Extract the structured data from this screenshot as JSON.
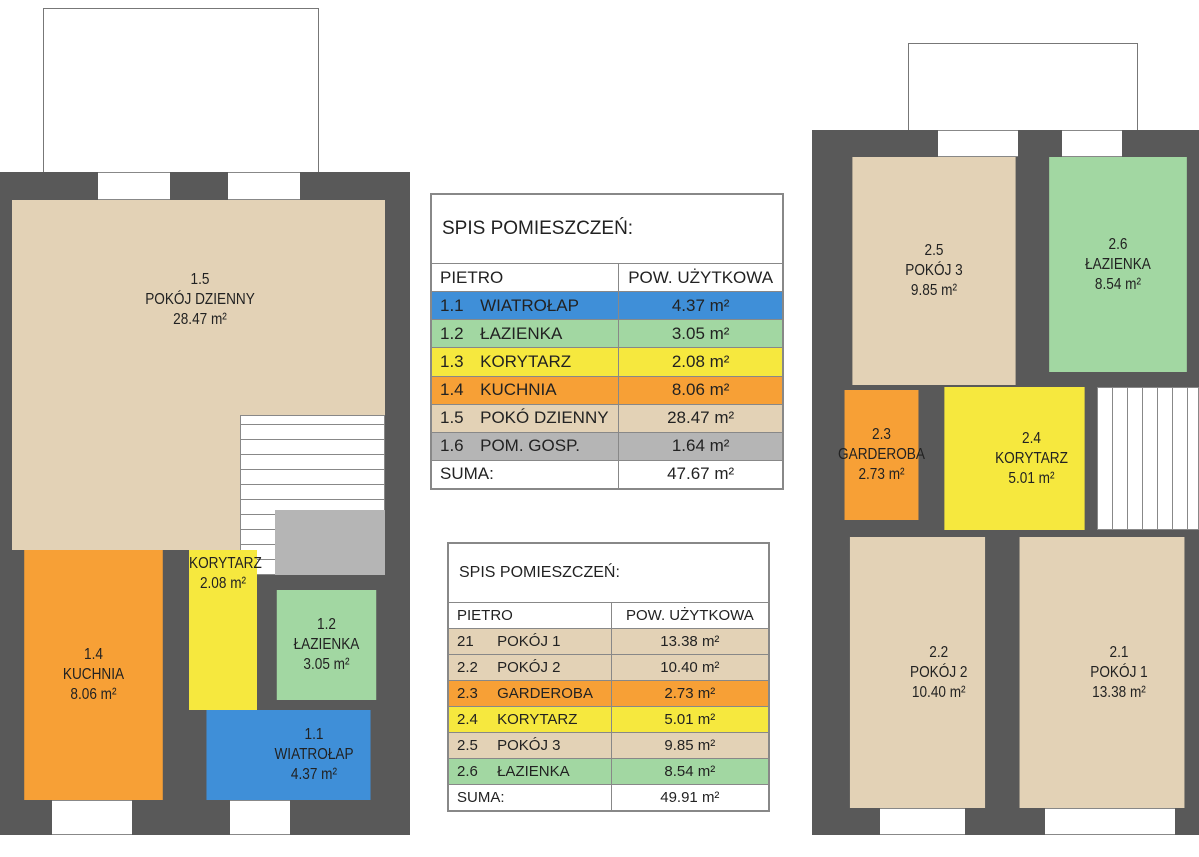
{
  "colors": {
    "blue": "#3f8fd8",
    "green": "#a2d7a2",
    "yellow": "#f6e83e",
    "orange": "#f7a036",
    "beige": "#e3d2b6",
    "gray": "#b5b5b5",
    "wall": "#595959"
  },
  "ground_floor": {
    "rooms": [
      {
        "id": "1.5",
        "name": "POKÓJ DZIENNY",
        "area": "28.47 m²"
      },
      {
        "id": "1.4",
        "name": "KUCHNIA",
        "area": "8.06 m²"
      },
      {
        "id": "",
        "name": "KORYTARZ",
        "area": "2.08 m²"
      },
      {
        "id": "1.2",
        "name": "ŁAZIENKA",
        "area": "3.05 m²"
      },
      {
        "id": "1.1",
        "name": "WIATROŁAP",
        "area": "4.37 m²"
      }
    ]
  },
  "upper_floor": {
    "rooms": [
      {
        "id": "2.5",
        "name": "POKÓJ 3",
        "area": "9.85 m²"
      },
      {
        "id": "2.6",
        "name": "ŁAZIENKA",
        "area": "8.54 m²"
      },
      {
        "id": "2.3",
        "name": "GARDEROBA",
        "area": "2.73 m²"
      },
      {
        "id": "2.4",
        "name": "KORYTARZ",
        "area": "5.01 m²"
      },
      {
        "id": "2.2",
        "name": "POKÓJ 2",
        "area": "10.40 m²"
      },
      {
        "id": "2.1",
        "name": "POKÓJ 1",
        "area": "13.38 m²"
      }
    ]
  },
  "table1": {
    "title": "SPIS  POMIESZCZEŃ:",
    "col1": "PIETRO",
    "col2": "POW.  UŻYTKOWA",
    "rows": [
      {
        "no": "1.1",
        "name": "WIATROŁAP",
        "area": "4.37 m²"
      },
      {
        "no": "1.2",
        "name": "ŁAZIENKA",
        "area": "3.05 m²"
      },
      {
        "no": "1.3",
        "name": "KORYTARZ",
        "area": "2.08 m²"
      },
      {
        "no": "1.4",
        "name": "KUCHNIA",
        "area": "8.06 m²"
      },
      {
        "no": "1.5",
        "name": "POKÓ DZIENNY",
        "area": "28.47 m²"
      },
      {
        "no": "1.6",
        "name": "POM.  GOSP.",
        "area": "1.64 m²"
      }
    ],
    "sum_label": "SUMA:",
    "sum": "47.67 m²"
  },
  "table2": {
    "title": "SPIS  POMIESZCZEŃ:",
    "col1": "PIETRO",
    "col2": "POW.  UŻYTKOWA",
    "rows": [
      {
        "no": "21",
        "name": "POKÓJ  1",
        "area": "13.38 m²"
      },
      {
        "no": "2.2",
        "name": "POKÓJ  2",
        "area": "10.40 m²"
      },
      {
        "no": "2.3",
        "name": "GARDEROBA",
        "area": "2.73 m²"
      },
      {
        "no": "2.4",
        "name": "KORYTARZ",
        "area": "5.01 m²"
      },
      {
        "no": "2.5",
        "name": "POKÓJ  3",
        "area": "9.85 m²"
      },
      {
        "no": "2.6",
        "name": "ŁAZIENKA",
        "area": "8.54 m²"
      }
    ],
    "sum_label": "SUMA:",
    "sum": "49.91 m²"
  }
}
